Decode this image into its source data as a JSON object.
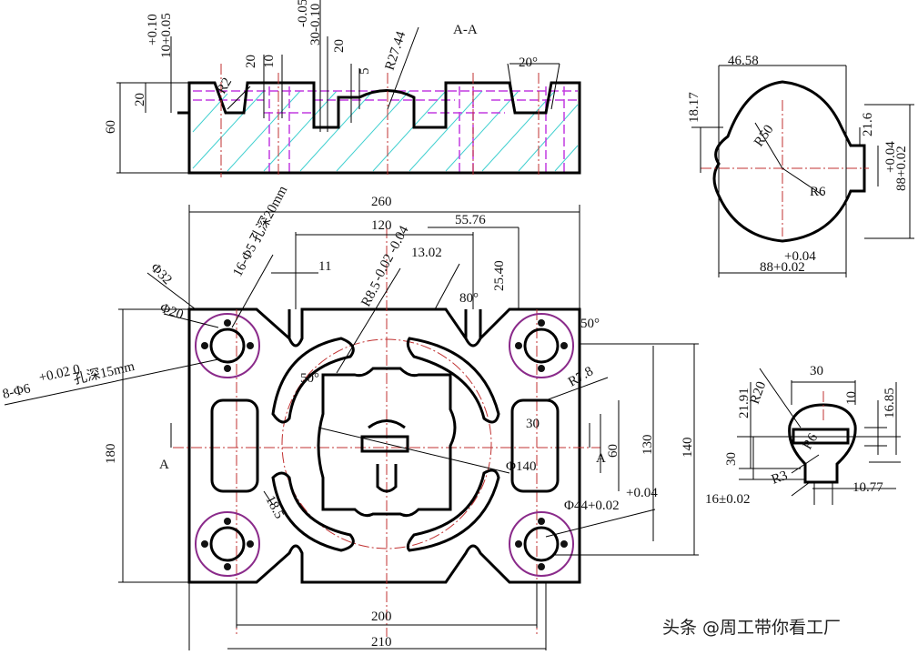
{
  "section": {
    "title": "A-A",
    "dims": {
      "d60": "60",
      "d20": "20",
      "tol10": "10+0.05",
      "tol10_upper": "+0.10",
      "r2": "R2",
      "d20b": "20",
      "d10": "10",
      "tol30": "30-0.10",
      "tol30_upper": "-0.05",
      "d20c": "20",
      "d5": "5",
      "r2744": "R27.44",
      "ang20": "20°"
    }
  },
  "top_view": {
    "dims": {
      "d260": "260",
      "d120": "120",
      "d5576": "55.76",
      "d1302": "13.02",
      "d2540": "25.40",
      "d11": "11",
      "r85": "R8.5",
      "r85_tol": "-0.02 -0.04",
      "holes16": "16-Φ5 孔深20mm",
      "phi32": "Φ32",
      "phi20": "Φ20",
      "holes8": "8-Φ6",
      "holes8_tol": "+0.02 0",
      "holes8_depth": "孔深15mm",
      "ang80": "80°",
      "ang50a": "50°",
      "ang50b": "50°",
      "r78": "R7.8",
      "d30": "30",
      "d60": "60",
      "d130": "130",
      "d140": "140",
      "phi140": "Φ140",
      "phi44": "Φ44+0.02",
      "phi44_upper": "+0.04",
      "d185": "18.5",
      "d180": "180",
      "d200": "200",
      "d210": "210",
      "secA_left": "A",
      "secA_right": "A"
    }
  },
  "detail_round": {
    "dims": {
      "d4658": "46.58",
      "d1817": "18.17",
      "r50": "R50",
      "d216": "21.6",
      "r6": "R6",
      "d88a": "88+0.02",
      "d88a_upper": "+0.04",
      "d88b": "88+0.02",
      "d88b_upper": "+0.04"
    }
  },
  "detail_keyhole": {
    "dims": {
      "d30": "30",
      "r20": "R20",
      "d2191": "21.91",
      "d10": "10",
      "d1685": "16.85",
      "r6": "R6",
      "d30b": "30",
      "r3": "R3",
      "d16": "16±0.02",
      "d1077": "10.77"
    }
  },
  "watermark": "头条 @周工带你看工厂"
}
